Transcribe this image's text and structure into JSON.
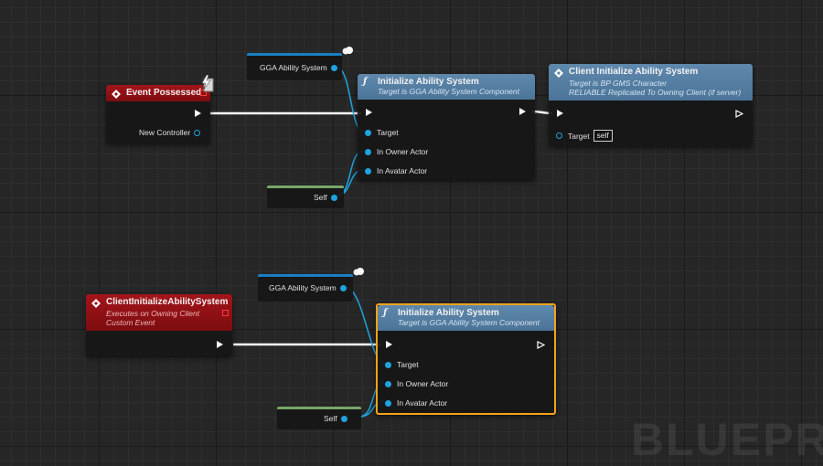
{
  "watermark": "BLUEPRI",
  "colors": {
    "event_header": "#9b1318",
    "function_header": "#557fa5",
    "object_pin": "#1fa3e0",
    "exec_wire": "#ffffff",
    "selection_outline": "#f5a31a",
    "component_var_bar": "#1a7fc2",
    "self_var_bar": "#78a66a"
  },
  "top_graph": {
    "event_possessed": {
      "title": "Event Possessed",
      "icon": "event-diamond-icon",
      "output_pin": "New Controller"
    },
    "ability_var": {
      "label": "GGA Ability System"
    },
    "self_var": {
      "label": "Self"
    },
    "init_ability": {
      "title": "Initialize Ability System",
      "subtitle": "Target is GGA Ability System Component",
      "icon": "function-f-icon",
      "pins": [
        "Target",
        "In Owner Actor",
        "In Avatar Actor"
      ]
    },
    "client_init": {
      "title": "Client Initialize Ability System",
      "subtitle1": "Target is BP GMS Character",
      "subtitle2": "RELIABLE Replicated To Owning Client (if server)",
      "icon": "event-diamond-icon",
      "target_label": "Target",
      "target_value": "self"
    }
  },
  "bottom_graph": {
    "custom_event": {
      "title": "ClientInitializeAbilitySystem",
      "subtitle1": "Executes on Owning Client",
      "subtitle2": "Custom Event",
      "icon": "event-diamond-icon"
    },
    "ability_var": {
      "label": "GGA Ability System"
    },
    "self_var": {
      "label": "Self"
    },
    "init_ability": {
      "title": "Initialize Ability System",
      "subtitle": "Target is GGA Ability System Component",
      "icon": "function-f-icon",
      "pins": [
        "Target",
        "In Owner Actor",
        "In Avatar Actor"
      ],
      "selected": true
    }
  }
}
